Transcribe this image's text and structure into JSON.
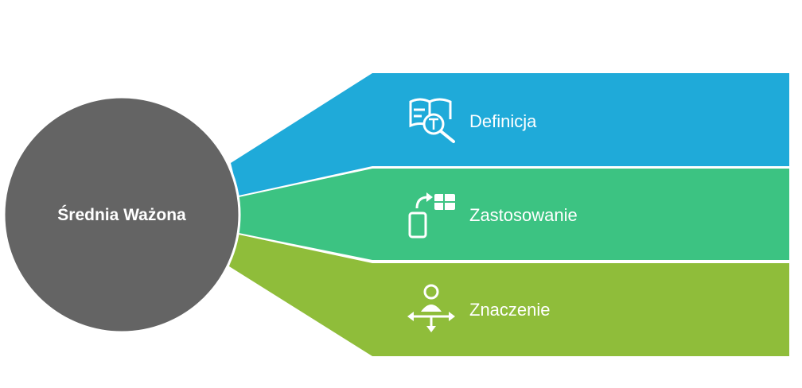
{
  "diagram": {
    "center": {
      "label": "Średnia Ważona",
      "color": "#646464"
    },
    "items": [
      {
        "label": "Definicja",
        "icon": "book-search-icon",
        "color": "#1faad9"
      },
      {
        "label": "Zastosowanie",
        "icon": "phone-table-transfer-icon",
        "color": "#3cc382"
      },
      {
        "label": "Znaczenie",
        "icon": "person-arrows-icon",
        "color": "#8fbd3a"
      }
    ]
  }
}
